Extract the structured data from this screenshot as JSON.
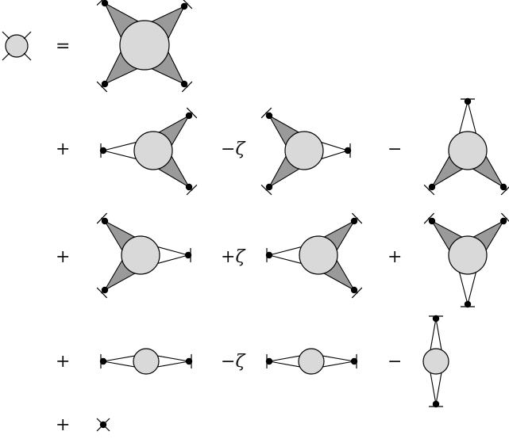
{
  "equation": {
    "lhs": {
      "kind": "vertex-legs-4"
    },
    "equals_sign": "=",
    "zeta_symbol": "ζ",
    "terms": [
      {
        "sign": "",
        "coefficient": "",
        "diagram": "four-shaded-legs"
      },
      {
        "sign": "+",
        "coefficient": "",
        "diagram": "three-legs-left-line"
      },
      {
        "sign": "−",
        "coefficient": "ζ",
        "diagram": "three-legs-right-line"
      },
      {
        "sign": "−",
        "coefficient": "",
        "diagram": "three-legs-top-line"
      },
      {
        "sign": "+",
        "coefficient": "",
        "diagram": "three-legs-right-line-b"
      },
      {
        "sign": "+",
        "coefficient": "ζ",
        "diagram": "three-legs-left-line-b"
      },
      {
        "sign": "+",
        "coefficient": "",
        "diagram": "three-legs-bottom-line"
      },
      {
        "sign": "+",
        "coefficient": "",
        "diagram": "two-lines-horizontal"
      },
      {
        "sign": "−",
        "coefficient": "ζ",
        "diagram": "two-lines-horizontal-b"
      },
      {
        "sign": "−",
        "coefficient": "",
        "diagram": "two-lines-vertical"
      },
      {
        "sign": "+",
        "coefficient": "",
        "diagram": "single-cross"
      }
    ]
  },
  "colors": {
    "vertex_fill": "#d9d9d9",
    "wedge_fill": "#9a9a9a",
    "stroke": "#000000",
    "dot": "#000000"
  }
}
